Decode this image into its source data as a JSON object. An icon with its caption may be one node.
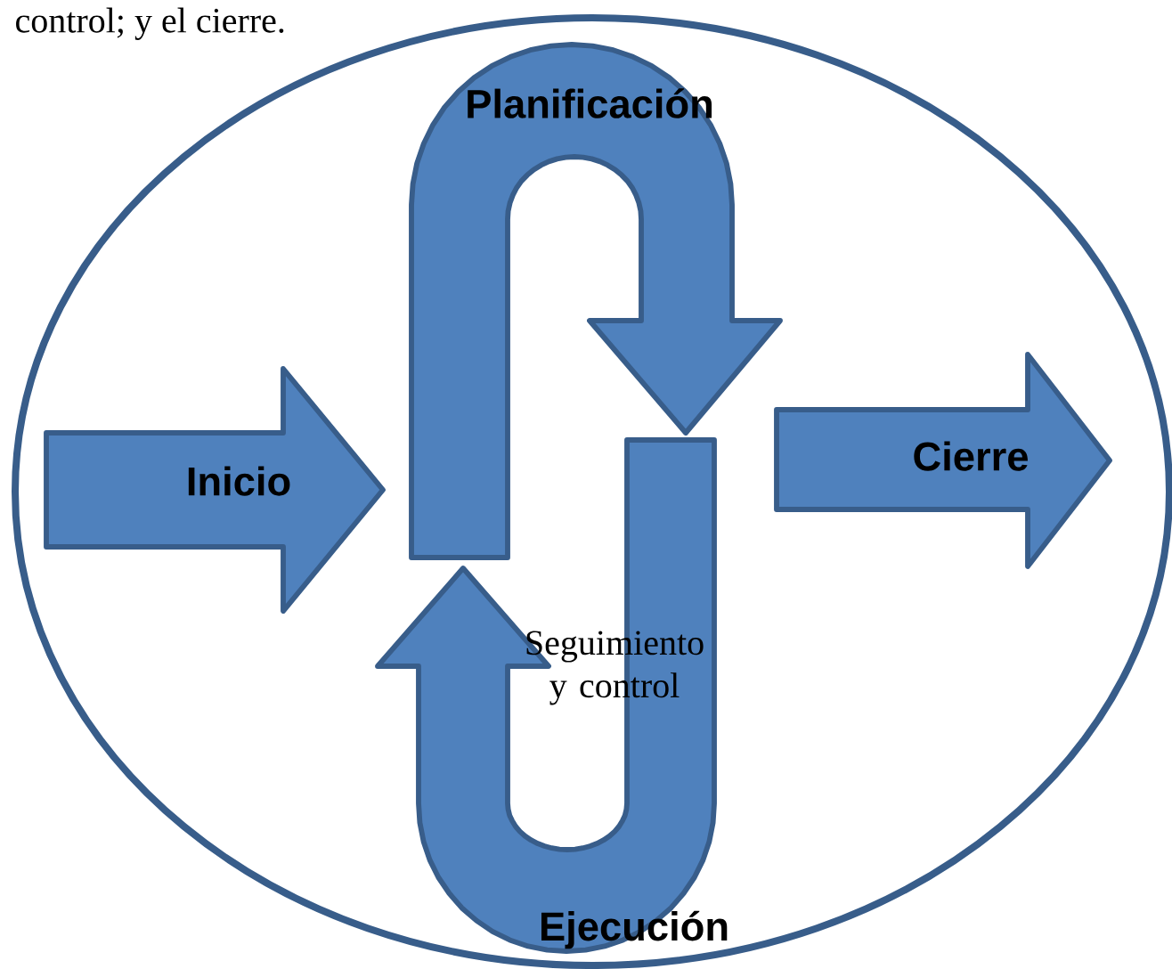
{
  "diagram": {
    "nodes": [
      {
        "text": [
          "Inicio"
        ]
      },
      {
        "text": [
          "Planificación"
        ]
      },
      {
        "text": [
          "Ejecución"
        ]
      },
      {
        "text": [
          "Cierre"
        ]
      }
    ],
    "labels": [
      "control; y el cierre.",
      "Seguimiento y control"
    ]
  }
}
